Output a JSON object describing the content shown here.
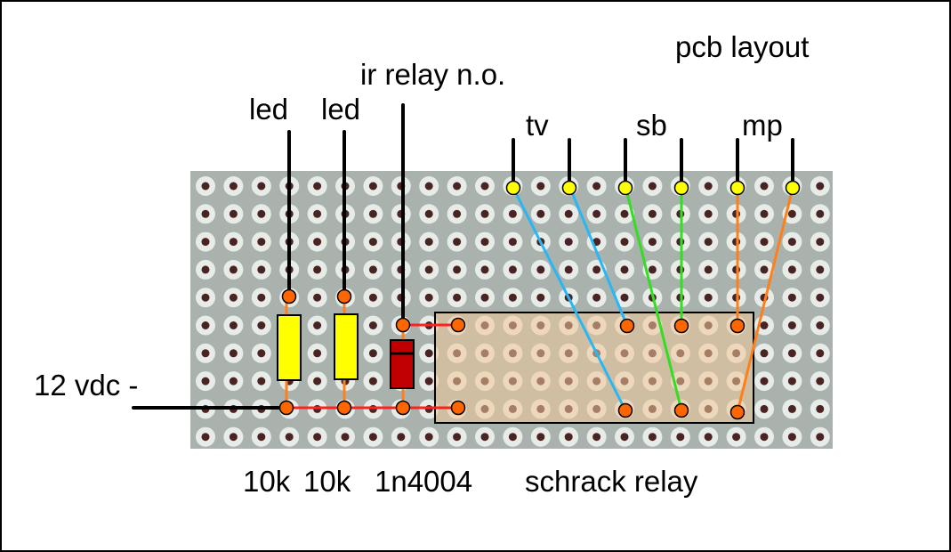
{
  "title": "pcb layout",
  "labels": {
    "led_1": "led",
    "led_2": "led",
    "ir_relay": "ir relay n.o.",
    "tv": "tv",
    "sb": "sb",
    "mp": "mp",
    "supply": "12 vdc -",
    "r1": "10k",
    "r2": "10k",
    "diode": "1n4004",
    "relay": "schrack relay"
  },
  "colors": {
    "board": "#a9b2ad",
    "pad": "#e8ece9",
    "hole": "#4a2422",
    "relay_fill": "#f0c89b",
    "resistor": "#ffff00",
    "diode": "#c00000",
    "node": "#ff6600",
    "terminal": "#ffff00",
    "wire_black": "#000000",
    "trace_red": "#ff2020",
    "trace_orange": "#ff7f1a",
    "wire_blue": "#29b6f6",
    "wire_green": "#33dd22"
  }
}
